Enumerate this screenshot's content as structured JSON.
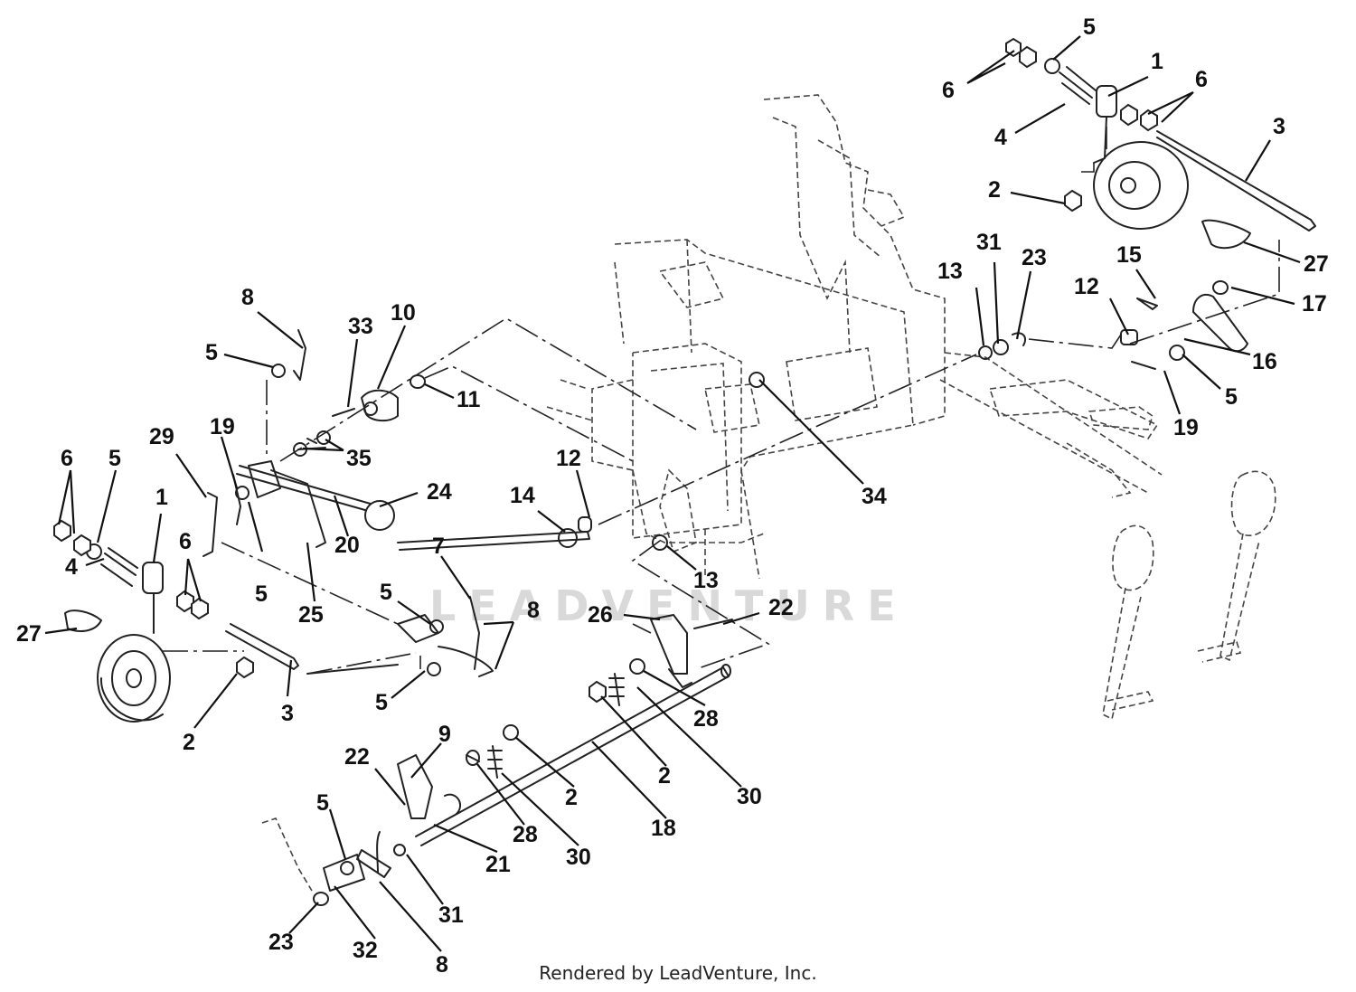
{
  "watermark": "LEADVENTURE",
  "footer": "Rendered by LeadVenture, Inc.",
  "callouts": {
    "c1": "5",
    "c2": "6",
    "c3": "1",
    "c4": "6",
    "c5": "3",
    "c6": "4",
    "c7": "2",
    "c8": "27",
    "c9": "31",
    "c10": "23",
    "c11": "13",
    "c12": "15",
    "c13": "12",
    "c14": "17",
    "c15": "16",
    "c16": "5",
    "c17": "19",
    "c18": "8",
    "c19": "33",
    "c20": "10",
    "c21": "5",
    "c22": "11",
    "c23": "29",
    "c24": "19",
    "c25": "35",
    "c26": "6",
    "c27": "5",
    "c28": "1",
    "c29": "24",
    "c30": "20",
    "c31": "12",
    "c32": "14",
    "c33": "34",
    "c34": "6",
    "c35": "4",
    "c36": "5",
    "c37": "25",
    "c38": "7",
    "c39": "13",
    "c40": "27",
    "c41": "5",
    "c42": "8",
    "c43": "26",
    "c44": "22",
    "c45": "28",
    "c46": "2",
    "c47": "3",
    "c48": "5",
    "c49": "9",
    "c50": "22",
    "c51": "2",
    "c52": "30",
    "c53": "2",
    "c54": "18",
    "c55": "5",
    "c56": "28",
    "c57": "30",
    "c58": "21",
    "c59": "31",
    "c60": "23",
    "c61": "32",
    "c62": "8"
  }
}
